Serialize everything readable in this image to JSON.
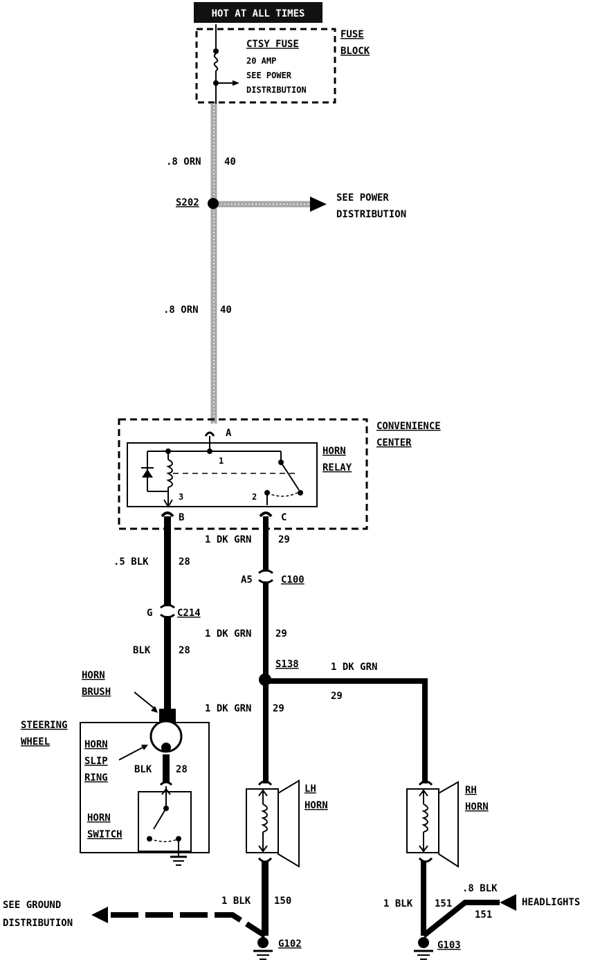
{
  "colors": {
    "wire_orange": "#a8a8a8",
    "wire_black": "#000000",
    "background": "#ffffff",
    "banner_bg": "#111111",
    "banner_text": "#ffffff"
  },
  "power": {
    "banner": "HOT AT ALL TIMES"
  },
  "fuse_block": {
    "label_line1": "FUSE",
    "label_line2": "BLOCK",
    "fuse_name": "CTSY FUSE",
    "rating": "20 AMP",
    "note_line1": "SEE POWER",
    "note_line2": "DISTRIBUTION"
  },
  "wires": {
    "w1_size_color": ".8 ORN",
    "w1_circuit": "40",
    "w2_size_color": ".8 ORN",
    "w2_circuit": "40",
    "w3_size_color": ".5 BLK",
    "w3_circuit": "28",
    "w4_size_color": "BLK",
    "w4_circuit": "28",
    "w5_size_color": "BLK",
    "w5_circuit": "28",
    "w6_size_color": "1 DK GRN",
    "w6_circuit": "29",
    "w7_size_color": "1 DK GRN",
    "w7_circuit": "29",
    "w8_size_color": "1 DK GRN",
    "w8_circuit": "29",
    "w9_size_color": "1 DK GRN",
    "w9_circuit": "29",
    "w10_size_color": "1 BLK",
    "w10_circuit": "150",
    "w11_size_color": "1 BLK",
    "w11_circuit": "151",
    "w12_size_color": ".8 BLK",
    "w12_circuit": "151"
  },
  "splices": {
    "s202": "S202",
    "s138": "S138"
  },
  "power_dist_note": {
    "line1": "SEE POWER",
    "line2": "DISTRIBUTION"
  },
  "convenience_center": {
    "line1": "CONVENIENCE",
    "line2": "CENTER",
    "relay_line1": "HORN",
    "relay_line2": "RELAY",
    "pin_a": "A",
    "pin_b": "B",
    "pin_c": "C",
    "term1": "1",
    "term2": "2",
    "term3": "3"
  },
  "connectors": {
    "c100": "C100",
    "c100_pin": "A5",
    "c214": "C214",
    "c214_pin": "G"
  },
  "steering": {
    "wheel_line1": "STEERING",
    "wheel_line2": "WHEEL",
    "brush_line1": "HORN",
    "brush_line2": "BRUSH",
    "slip_line1": "HORN",
    "slip_line2": "SLIP",
    "slip_line3": "RING",
    "switch_line1": "HORN",
    "switch_line2": "SWITCH"
  },
  "horns": {
    "lh_line1": "LH",
    "lh_line2": "HORN",
    "rh_line1": "RH",
    "rh_line2": "HORN"
  },
  "grounds": {
    "g102": "G102",
    "g103": "G103",
    "see_ground_line1": "SEE GROUND",
    "see_ground_line2": "DISTRIBUTION",
    "headlights": "HEADLIGHTS"
  }
}
